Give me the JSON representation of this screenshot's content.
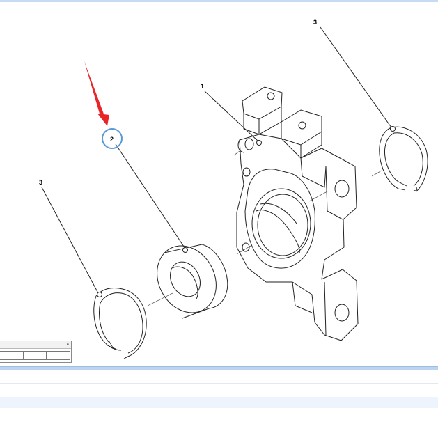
{
  "callouts": {
    "part_1": "1",
    "part_2": "2",
    "part_3_left": "3",
    "part_3_right": "3"
  },
  "mini_panel": {
    "close_glyph": "×"
  },
  "highlight_color": "#e8262a",
  "selection_ring_color": "#5b9bd5"
}
